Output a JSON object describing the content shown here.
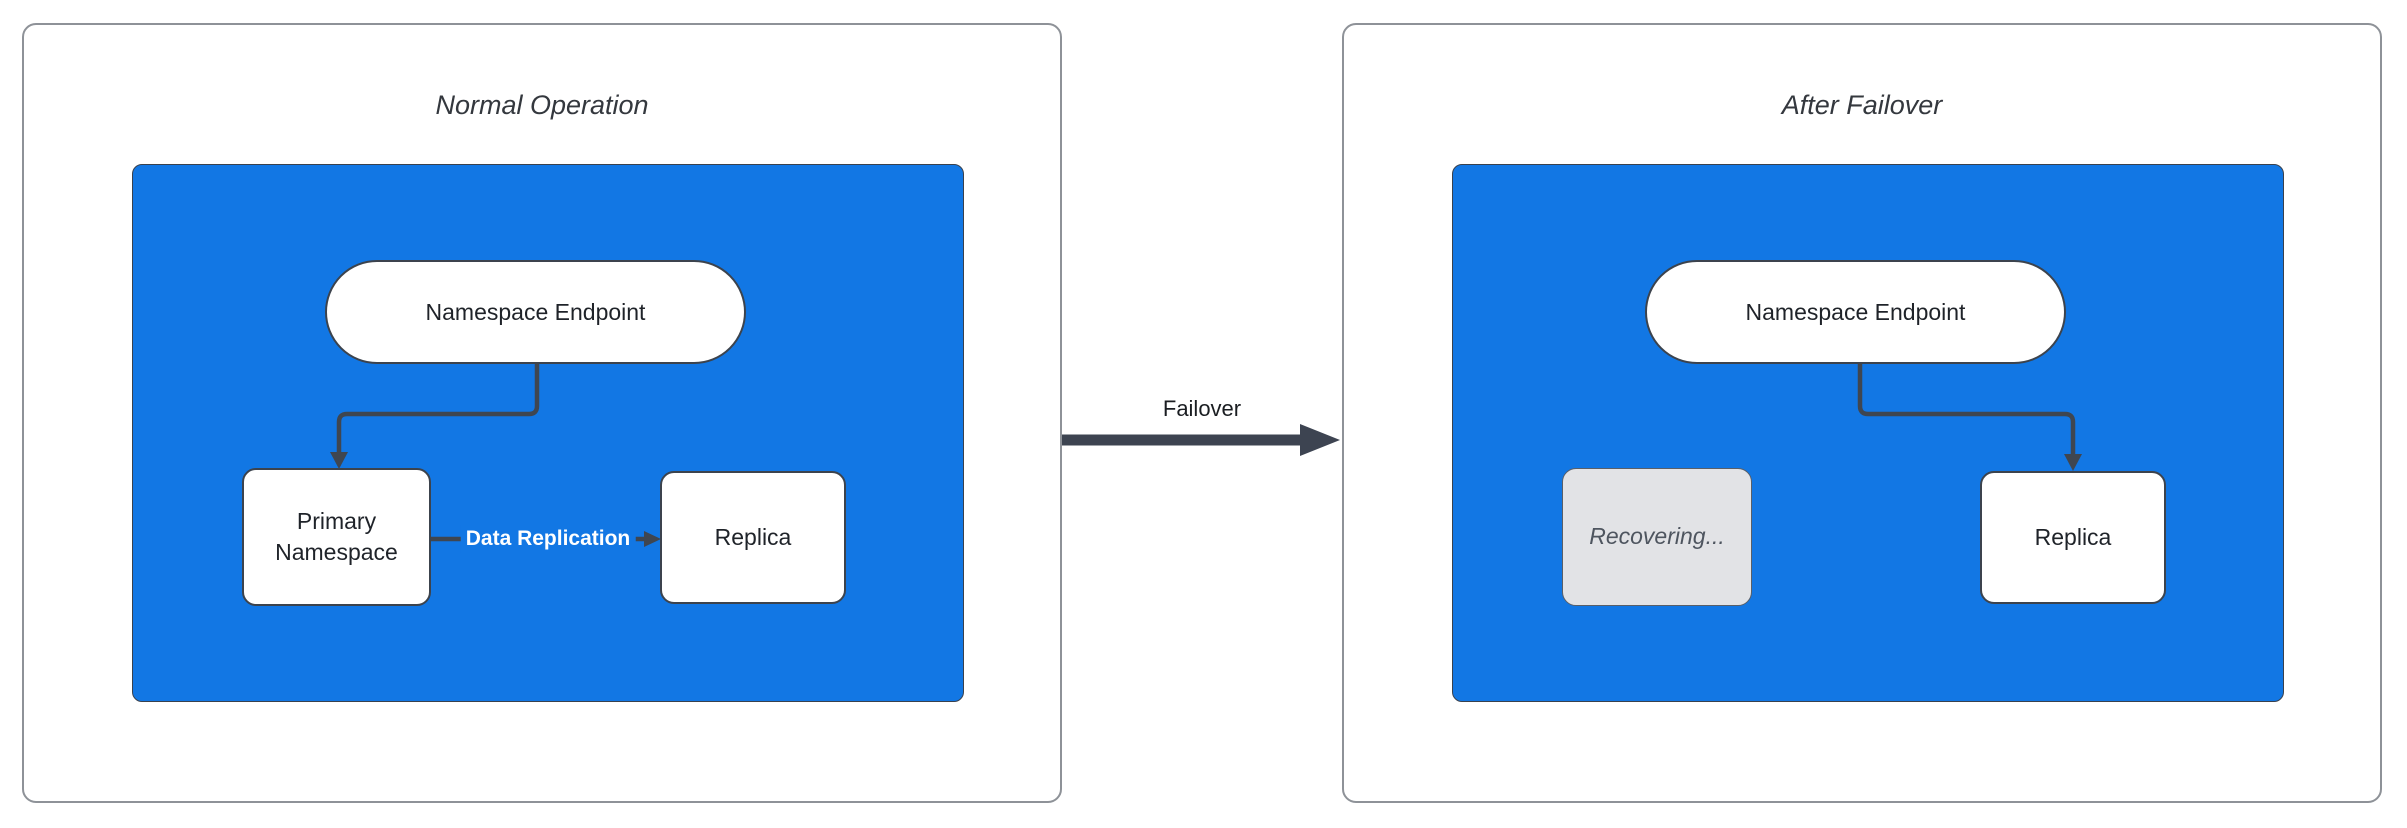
{
  "colors": {
    "accent_blue": "#1277E4",
    "connector": "#3F4650",
    "node_border": "#3C434D",
    "panel_border": "#8E9298",
    "recovering_fill": "#E2E3E6",
    "recovering_text": "#4E555F",
    "title_text": "#34383E",
    "node_text": "#1F2329"
  },
  "panels": [
    {
      "title": "Normal Operation",
      "nodes": {
        "endpoint": "Namespace Endpoint",
        "primary": "Primary Namespace",
        "replica": "Replica"
      },
      "edges": {
        "replication_label": "Data Replication"
      }
    },
    {
      "title": "After Failover",
      "nodes": {
        "endpoint": "Namespace Endpoint",
        "recovering": "Recovering...",
        "replica": "Replica"
      }
    }
  ],
  "failover": {
    "label": "Failover"
  }
}
